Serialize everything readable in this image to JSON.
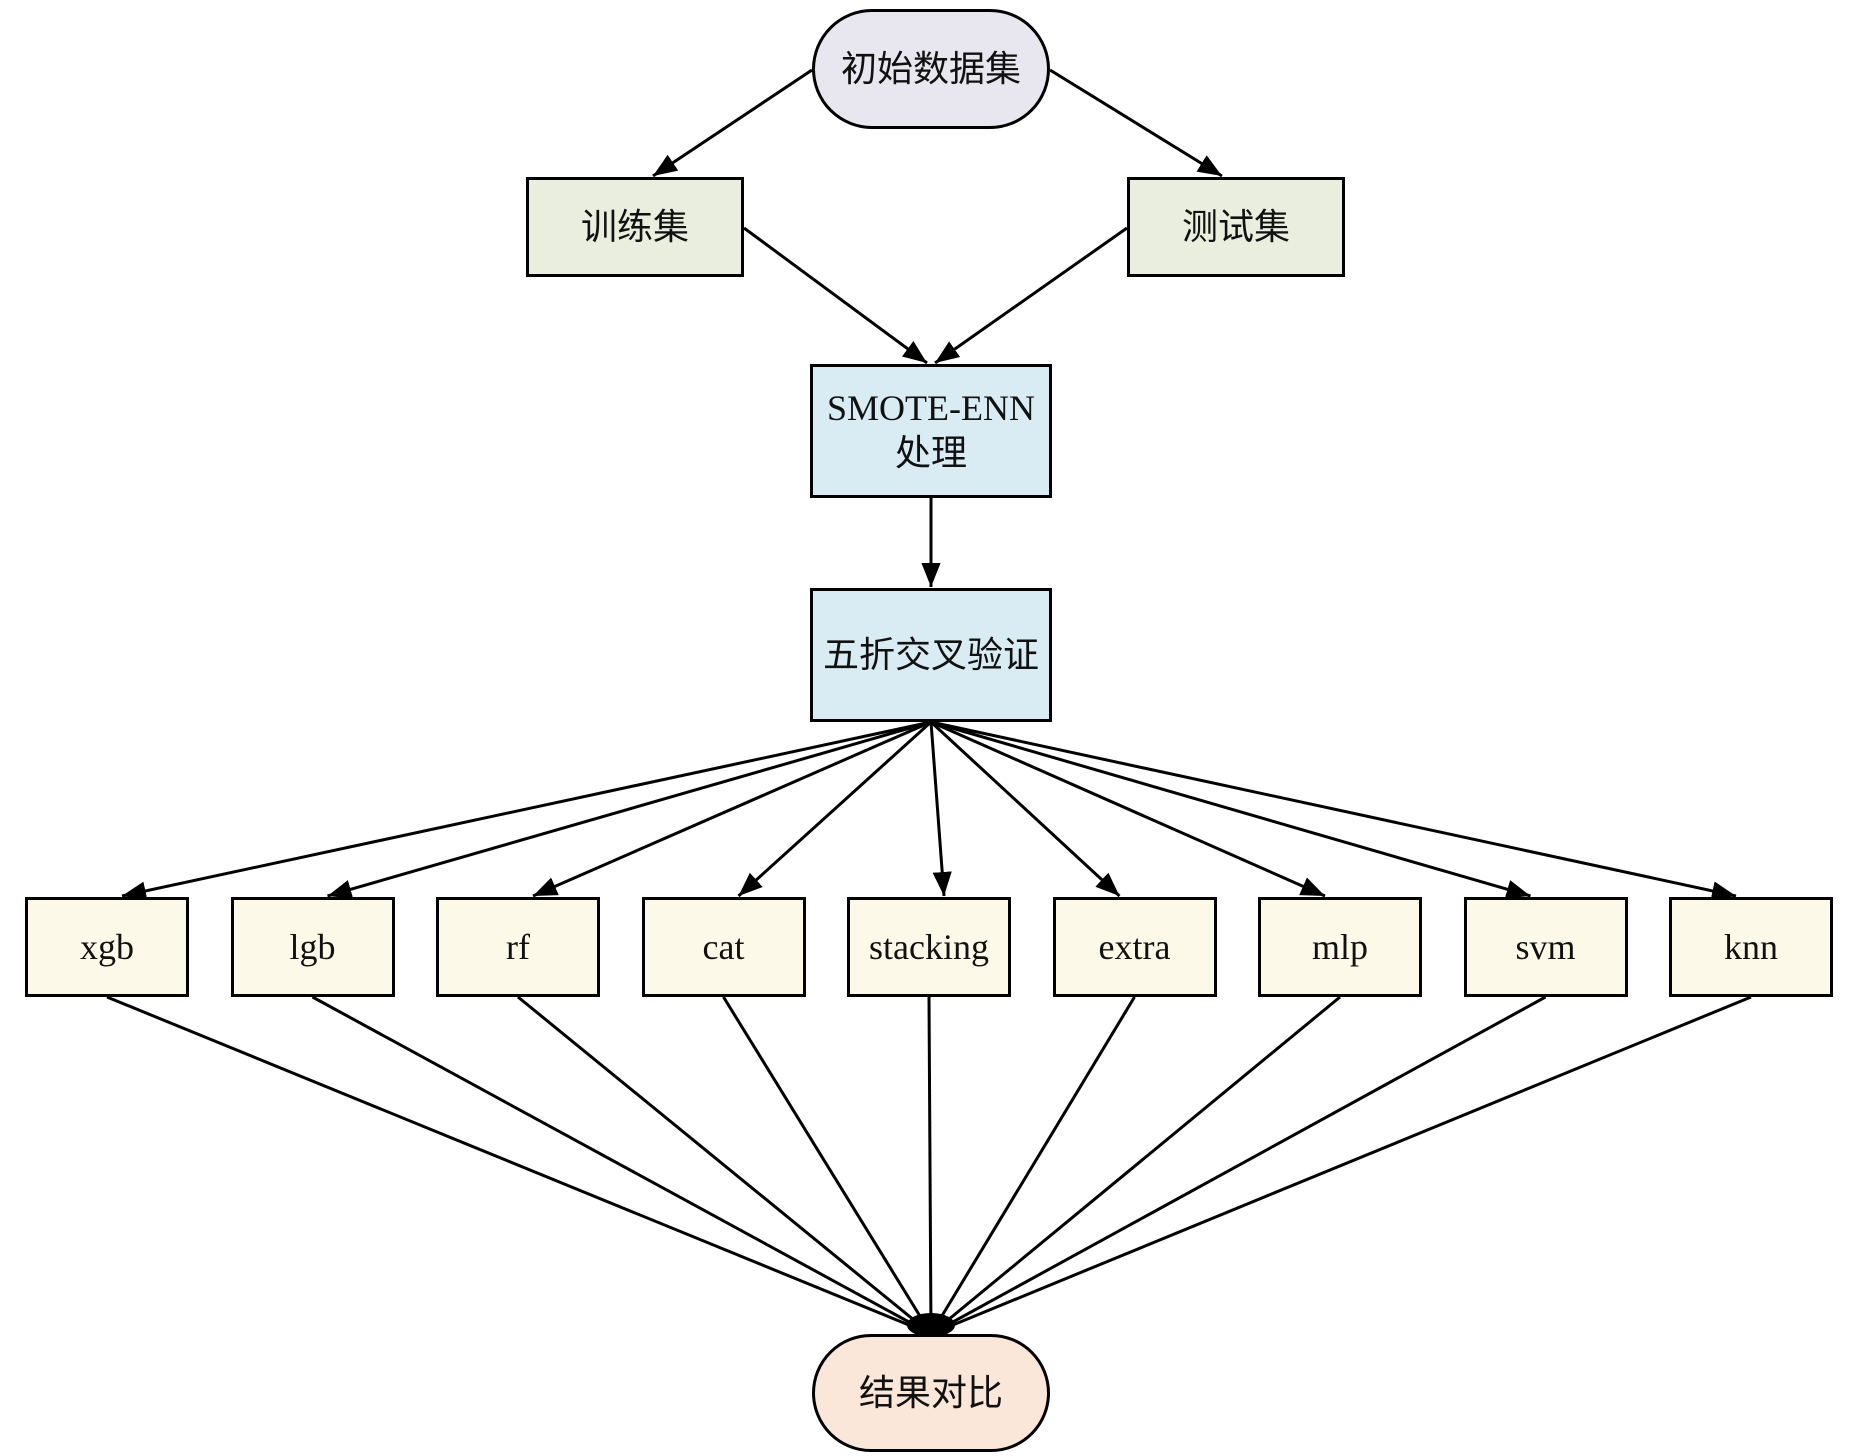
{
  "diagram": {
    "type": "flowchart",
    "nodes": {
      "start": {
        "label": "初始数据集",
        "shape": "pill",
        "color": "#e8e6ee"
      },
      "train": {
        "label": "训练集",
        "shape": "rect",
        "color": "#e9eedf"
      },
      "test": {
        "label": "测试集",
        "shape": "rect",
        "color": "#e9eedf"
      },
      "smote": {
        "label": "SMOTE-ENN\n处理",
        "shape": "rect",
        "color": "#d9ebf3"
      },
      "cv": {
        "label": "五折交叉验证",
        "shape": "rect",
        "color": "#d9ebf3"
      },
      "result": {
        "label": "结果对比",
        "shape": "pill",
        "color": "#fbe6da"
      }
    },
    "models": [
      {
        "label": "xgb"
      },
      {
        "label": "lgb"
      },
      {
        "label": "rf"
      },
      {
        "label": "cat"
      },
      {
        "label": "stacking"
      },
      {
        "label": "extra"
      },
      {
        "label": "mlp"
      },
      {
        "label": "svm"
      },
      {
        "label": "knn"
      }
    ],
    "model_color": "#fdf9e9",
    "edges": [
      {
        "from": "start",
        "to": "train"
      },
      {
        "from": "start",
        "to": "test"
      },
      {
        "from": "train",
        "to": "smote"
      },
      {
        "from": "test",
        "to": "smote"
      },
      {
        "from": "smote",
        "to": "cv"
      },
      {
        "from": "cv",
        "to": "models[*]"
      },
      {
        "from": "models[*]",
        "to": "result"
      }
    ]
  }
}
